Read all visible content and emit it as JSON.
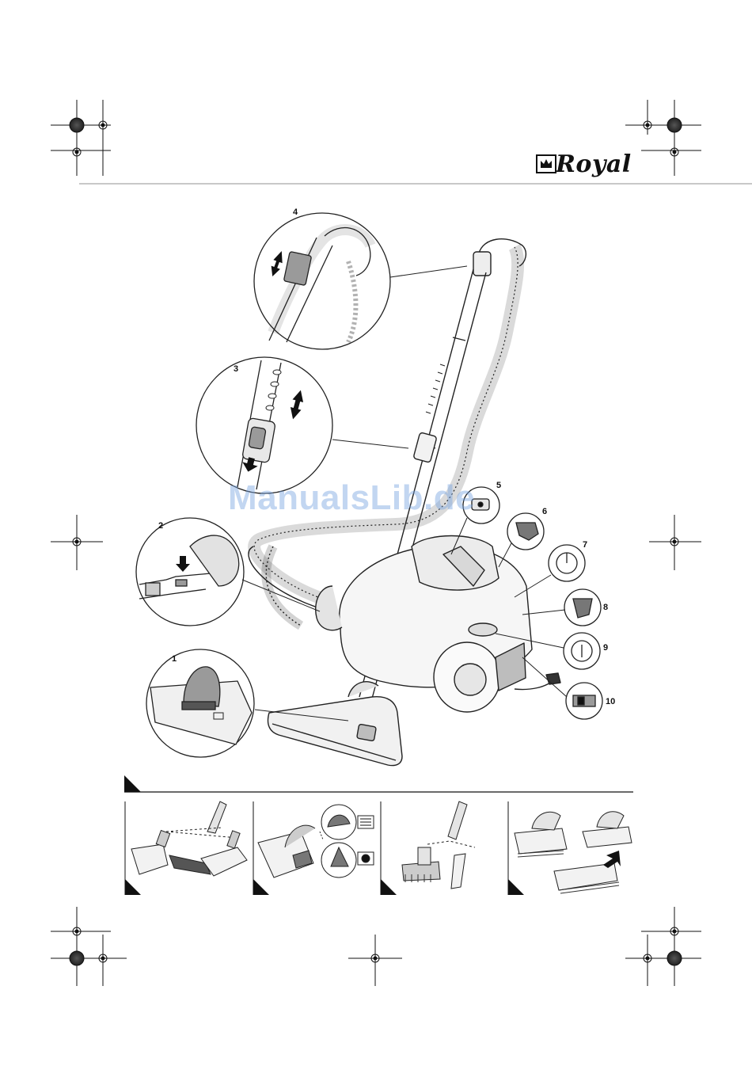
{
  "brand": {
    "name": "Royal",
    "logo_icon": "crown-icon"
  },
  "watermark": "ManualsLib.de",
  "callouts": [
    {
      "number": "1"
    },
    {
      "number": "2"
    },
    {
      "number": "3"
    },
    {
      "number": "4"
    },
    {
      "number": "5"
    },
    {
      "number": "6"
    },
    {
      "number": "7"
    },
    {
      "number": "8"
    },
    {
      "number": "9"
    },
    {
      "number": "10"
    }
  ],
  "step_panels": [
    {
      "content": "floor-nozzle-change-illustration"
    },
    {
      "content": "nozzle-setting-illustration"
    },
    {
      "content": "brush-and-crevice-tool-illustration"
    },
    {
      "content": "parquet-brush-illustration"
    }
  ],
  "colors": {
    "ink": "#111111",
    "line": "#333333",
    "gray": "#9a9a9a",
    "watermark": "#78a5e1"
  }
}
